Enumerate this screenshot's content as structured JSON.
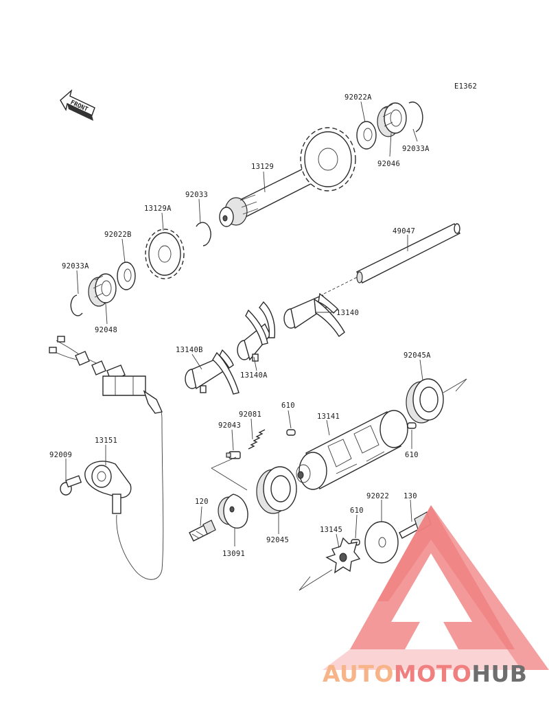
{
  "diagram": {
    "code": "E1362",
    "front_label": "FRONT",
    "callouts": [
      {
        "id": "13129",
        "text": "13129"
      },
      {
        "id": "92022A",
        "text": "92022A"
      },
      {
        "id": "92033A-top",
        "text": "92033A"
      },
      {
        "id": "92046",
        "text": "92046"
      },
      {
        "id": "92033",
        "text": "92033"
      },
      {
        "id": "13129A",
        "text": "13129A"
      },
      {
        "id": "92022B",
        "text": "92022B"
      },
      {
        "id": "92033A-left",
        "text": "92033A"
      },
      {
        "id": "92048",
        "text": "92048"
      },
      {
        "id": "49047",
        "text": "49047"
      },
      {
        "id": "13140",
        "text": "13140"
      },
      {
        "id": "13140B",
        "text": "13140B"
      },
      {
        "id": "13140A",
        "text": "13140A"
      },
      {
        "id": "92045A",
        "text": "92045A"
      },
      {
        "id": "610-top",
        "text": "610"
      },
      {
        "id": "92081",
        "text": "92081"
      },
      {
        "id": "92043",
        "text": "92043"
      },
      {
        "id": "13141",
        "text": "13141"
      },
      {
        "id": "610-right",
        "text": "610"
      },
      {
        "id": "13151",
        "text": "13151"
      },
      {
        "id": "92009",
        "text": "92009"
      },
      {
        "id": "120",
        "text": "120"
      },
      {
        "id": "13091",
        "text": "13091"
      },
      {
        "id": "92045",
        "text": "92045"
      },
      {
        "id": "92022",
        "text": "92022"
      },
      {
        "id": "130",
        "text": "130"
      },
      {
        "id": "610-bottom",
        "text": "610"
      },
      {
        "id": "13145",
        "text": "13145"
      }
    ]
  },
  "watermark": {
    "brand_part1": "AUTO",
    "brand_part2": "MOTO",
    "brand_part3": "HUB",
    "color_light": "#f7b489",
    "color_red": "#f08080",
    "color_gray": "#6e6e6e"
  }
}
